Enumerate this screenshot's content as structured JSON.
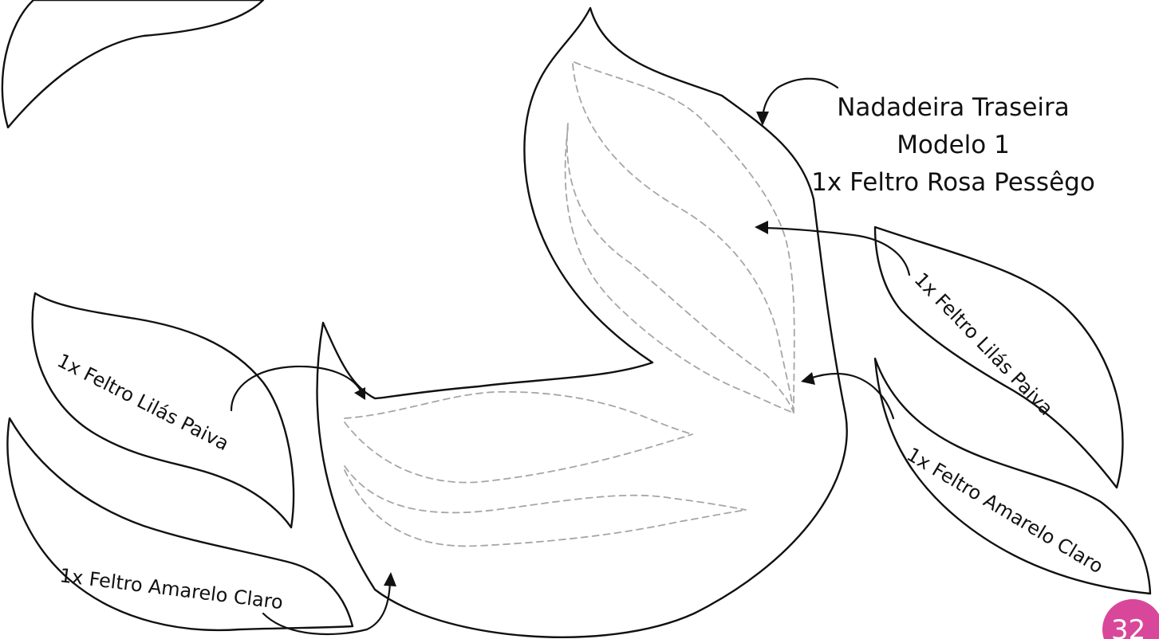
{
  "title_block": {
    "line1": "Nadadeira Traseira",
    "line2": "Modelo 1",
    "line3": "1x Feltro Rosa Pessêgo"
  },
  "pieces": {
    "right_upper": "1x Feltro Lilás Paiva",
    "right_lower": "1x Feltro Amarelo Claro",
    "left_upper": "1x Feltro Lilás Paiva",
    "left_lower": "1x Feltro Amarelo Claro"
  },
  "page_number": "32",
  "colors": {
    "outline": "#111111",
    "stitch_line": "#a6a6a6",
    "page_badge": "#d9479b"
  }
}
